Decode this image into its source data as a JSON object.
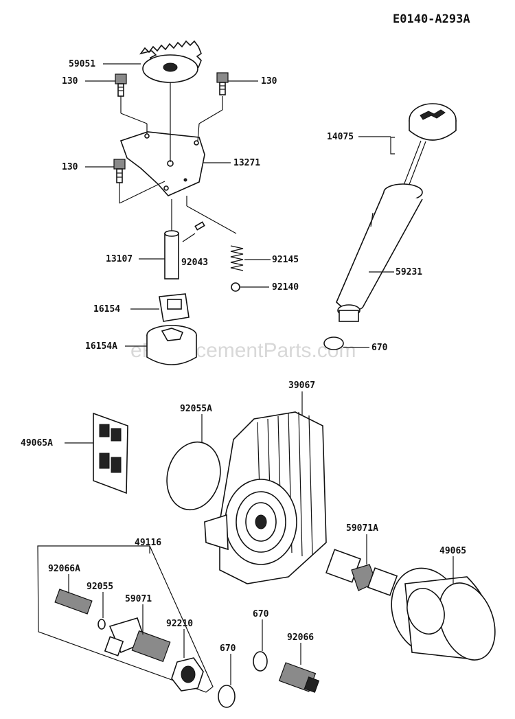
{
  "diagram": {
    "code": "E0140-A293A",
    "watermark": "eReplacementParts.com",
    "labels": {
      "p59051": "59051",
      "p130a": "130",
      "p130b": "130",
      "p130c": "130",
      "p13271": "13271",
      "p14075": "14075",
      "p13107": "13107",
      "p92043": "92043",
      "p92145": "92145",
      "p92140": "92140",
      "p59231": "59231",
      "p16154": "16154",
      "p16154A": "16154A",
      "p670a": "670",
      "p39067": "39067",
      "p92055A": "92055A",
      "p49065A": "49065A",
      "p49116": "49116",
      "p59071A": "59071A",
      "p49065": "49065",
      "p92066A": "92066A",
      "p92055": "92055",
      "p59071": "59071",
      "p92210": "92210",
      "p670b": "670",
      "p670c": "670",
      "p92066": "92066"
    }
  }
}
